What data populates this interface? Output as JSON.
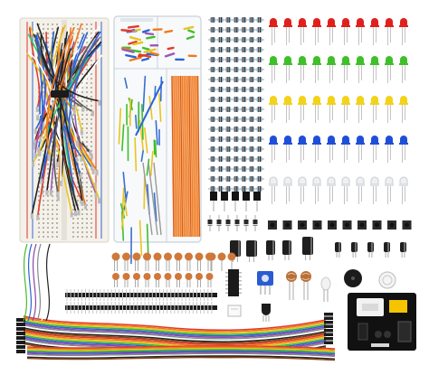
{
  "scene": {
    "background": "#ffffff",
    "colors": {
      "led_red": "#e0201c",
      "led_green": "#3fbf2a",
      "led_yellow": "#f3d21a",
      "led_blue": "#1f4fd8",
      "led_white": "#eef0f2",
      "breadboard": "#f4f1ea",
      "wire_orange": "#f07a1e",
      "wire_yellow": "#e8c520",
      "wire_blue": "#3a6fd0",
      "resistor_body": "#8fb3c9",
      "capacitor_ceramic": "#d0783a",
      "electrolytic": "#1f1f1f",
      "power_module_pcb": "#111111",
      "potentiometer": "#2a5bd1"
    },
    "components": [
      "breadboard",
      "jumper-wire-bundle",
      "component-storage-box",
      "resistors",
      "leds",
      "push-buttons",
      "ceramic-capacitors",
      "electrolytic-capacitors",
      "pin-headers",
      "ribbon-jumper-wires",
      "breadboard-power-module",
      "buzzer",
      "potentiometer",
      "photoresistors",
      "ic-chip",
      "transistors",
      "diodes"
    ]
  }
}
